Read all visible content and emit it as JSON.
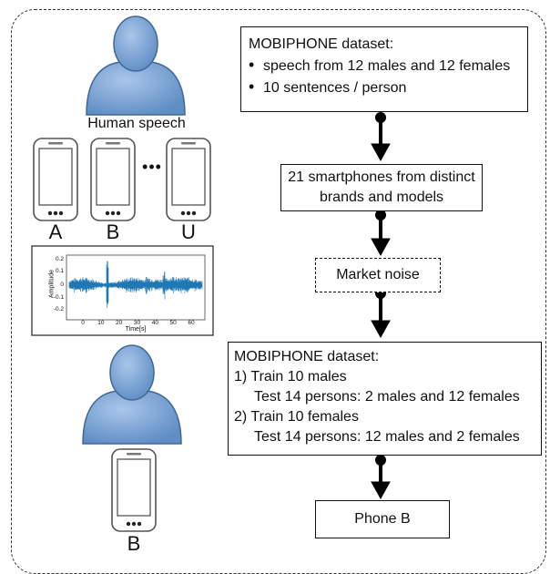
{
  "left": {
    "human_speech": "Human speech",
    "phone_letters": [
      "A",
      "B",
      "U"
    ],
    "ellipsis": "•••",
    "waveform": {
      "ylabel": "Amplitude",
      "xlabel": "Time[s]",
      "yticks": [
        "0.2",
        "0.1",
        "0",
        "-0.1",
        "-0.2"
      ],
      "xticks": [
        "0",
        "10",
        "20",
        "30",
        "40",
        "50",
        "60"
      ]
    },
    "bottom_phone_letter": "B"
  },
  "flow": {
    "box1": {
      "title": "MOBIPHONE dataset:",
      "bullets": [
        "speech from 12 males and 12 females",
        "10 sentences / person"
      ]
    },
    "box2": {
      "lines": [
        "21 smartphones from distinct",
        "brands and models"
      ]
    },
    "box3": {
      "text": "Market noise"
    },
    "box4": {
      "title": "MOBIPHONE dataset:",
      "items": [
        {
          "head": "1) Train 10 males",
          "sub": "Test 14 persons: 2 males and  12 females"
        },
        {
          "head": "2) Train 10 females",
          "sub": "Test 14 persons: 12 males and  2 females"
        }
      ]
    },
    "box5": {
      "text": "Phone B"
    }
  },
  "colors": {
    "person_fill": "#7ea6d6",
    "person_stroke": "#3f6796",
    "waveform": "#1f77b4"
  }
}
